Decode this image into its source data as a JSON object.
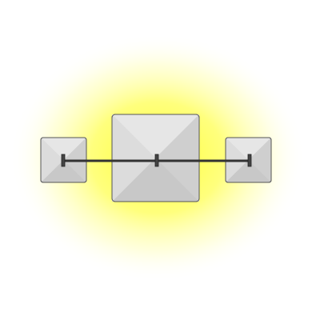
{
  "scene": {
    "glow_color": "#ffff33",
    "background_color": "#ffffff",
    "block_face_color": "#d6d6d6",
    "block_edge_color": "#555555",
    "bar_color": "#333333",
    "blocks": [
      {
        "id": "left",
        "shape": "pyramid-square"
      },
      {
        "id": "center",
        "shape": "pyramid-square"
      },
      {
        "id": "right",
        "shape": "pyramid-square"
      }
    ],
    "connector": {
      "shape": "horizontal-bar",
      "tick_marks": 3
    }
  }
}
